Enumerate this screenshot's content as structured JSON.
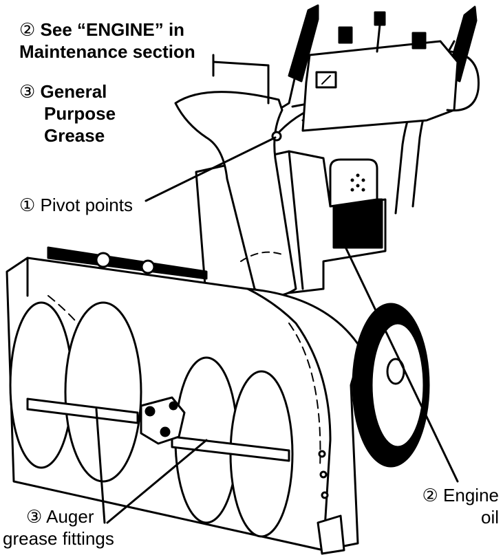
{
  "labels": {
    "engine_ref": {
      "num": "②",
      "line1": "See “ENGINE” in",
      "line2": "Maintenance section"
    },
    "grease": {
      "num": "③",
      "line1": "General",
      "line2": "Purpose",
      "line3": "Grease"
    },
    "pivot": {
      "num": "①",
      "text": "Pivot points"
    },
    "engine_oil": {
      "num": "②",
      "line1": "Engine",
      "line2": "oil"
    },
    "auger": {
      "num": "③",
      "line1": "Auger",
      "line2": "grease fittings"
    }
  }
}
